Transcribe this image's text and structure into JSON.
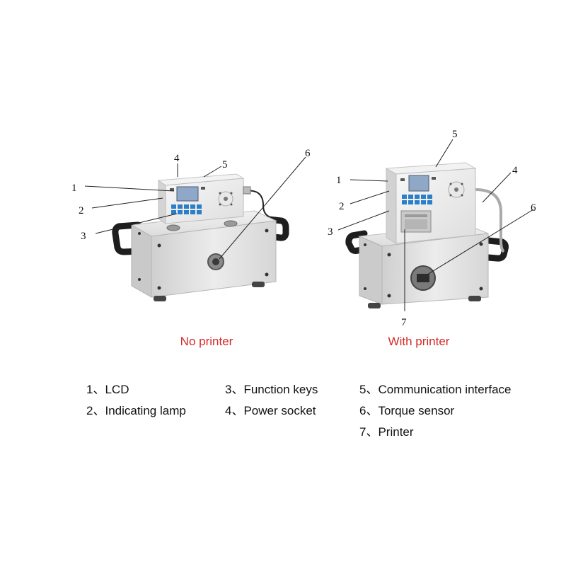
{
  "captions": {
    "no_printer": "No printer",
    "with_printer": "With printer"
  },
  "left_callouts": [
    "1",
    "2",
    "3",
    "4",
    "5",
    "6"
  ],
  "right_callouts": [
    "1",
    "2",
    "3",
    "4",
    "5",
    "6",
    "7"
  ],
  "legend": [
    {
      "num": "1",
      "label": "LCD"
    },
    {
      "num": "2",
      "label": "Indicating lamp"
    },
    {
      "num": "3",
      "label": "Function keys"
    },
    {
      "num": "4",
      "label": "Power socket"
    },
    {
      "num": "5",
      "label": "Communication interface"
    },
    {
      "num": "6",
      "label": "Torque sensor"
    },
    {
      "num": "7",
      "label": "Printer"
    }
  ],
  "colors": {
    "caption": "#d42a2a",
    "body": "#e6e6e6",
    "lcd": "#8fa8c8",
    "keys": "#2a7fc8"
  }
}
